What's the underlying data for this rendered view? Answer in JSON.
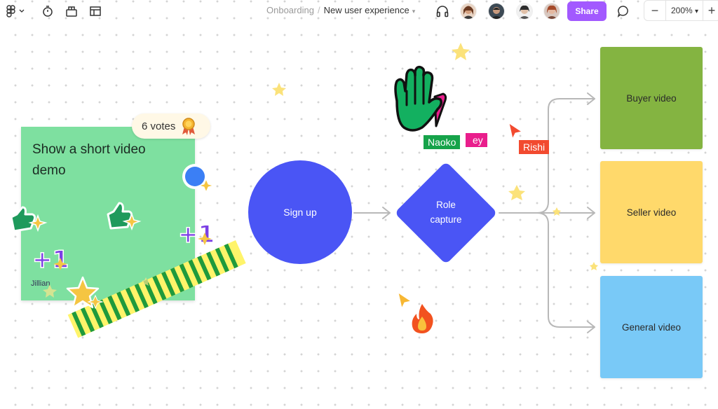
{
  "breadcrumb": {
    "project": "Onboarding",
    "separator": "/",
    "file": "New user experience"
  },
  "toolbar": {
    "share_label": "Share",
    "zoom_minus": "−",
    "zoom_level": "200%",
    "zoom_chevron": "⌄",
    "zoom_plus": "+",
    "icons": [
      "figjam-menu-icon",
      "timer-icon",
      "widgets-icon",
      "layout-icon",
      "headphones-icon",
      "comment-icon"
    ]
  },
  "sticky": {
    "text": "Show a short video demo",
    "author": "Jillian",
    "color": "#7ee0a0"
  },
  "votes": {
    "label": "6 votes"
  },
  "nodes": {
    "signup": "Sign up",
    "role_line1": "Role",
    "role_line2": "capture",
    "buyer": "Buyer video",
    "seller": "Seller video",
    "general": "General video"
  },
  "colors": {
    "primary": "#4a55f5",
    "share": "#a259ff",
    "buyer": "#84b441",
    "seller": "#ffd96b",
    "general": "#79c9f7",
    "tape_green": "#1f9a3c",
    "tape_yellow": "#fff46a"
  },
  "cursors": {
    "naoko": {
      "name": "Naoko",
      "color": "#16a34a"
    },
    "hidden": {
      "name": "ey",
      "color": "#e91e8c"
    },
    "rishi": {
      "name": "Rishi",
      "color": "#f24a2f"
    }
  },
  "stickers": [
    "thumbs-up-sticker",
    "plus-one-sticker",
    "star-sticker",
    "fire-sticker",
    "hand-wave-sticker",
    "tape-sticker"
  ]
}
